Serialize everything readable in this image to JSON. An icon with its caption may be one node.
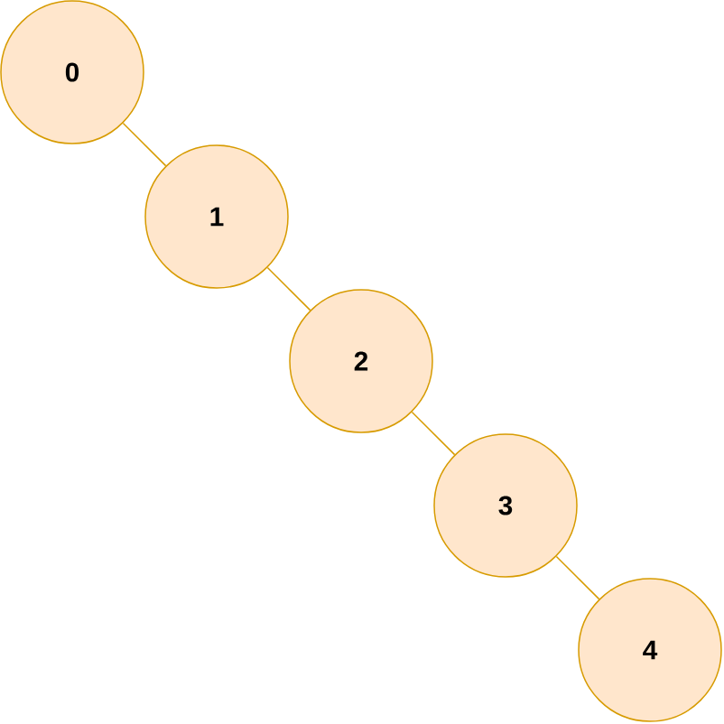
{
  "diagram": {
    "nodes": [
      {
        "text": [
          "0"
        ]
      },
      {
        "text": [
          "1"
        ]
      },
      {
        "text": [
          "2"
        ]
      },
      {
        "text": [
          "3"
        ]
      },
      {
        "text": [
          "4"
        ]
      }
    ],
    "edges": [
      {
        "from": 0,
        "to": 1,
        "arrow": "none"
      },
      {
        "from": 1,
        "to": 2,
        "arrow": "none"
      },
      {
        "from": 2,
        "to": 3,
        "arrow": "none"
      },
      {
        "from": 3,
        "to": 4,
        "arrow": "none"
      }
    ]
  }
}
